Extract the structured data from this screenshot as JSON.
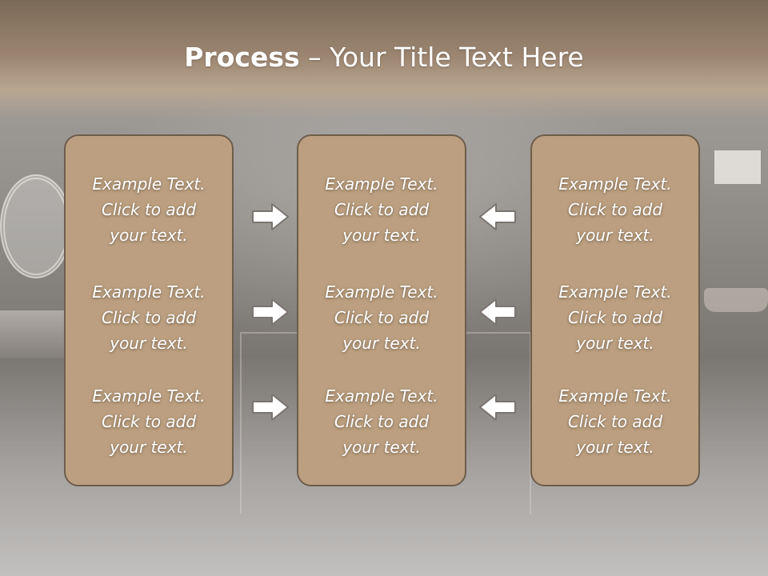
{
  "title": {
    "bold": "Process",
    "rest": " – Your Title Text Here"
  },
  "columns": [
    {
      "items": [
        "Example Text.\nClick  to add\nyour text.",
        "Example Text.\nClick  to add\nyour text.",
        "Example Text.\nClick  to add\nyour text."
      ]
    },
    {
      "items": [
        "Example Text.\nClick  to add\nyour text.",
        "Example Text.\nClick  to add\nyour text.",
        "Example Text.\nClick  to add\nyour text."
      ]
    },
    {
      "items": [
        "Example Text.\nClick  to add\nyour text.",
        "Example Text.\nClick  to add\nyour text.",
        "Example Text.\nClick  to add\nyour text."
      ]
    }
  ],
  "colors": {
    "box_fill": "#bb9f80",
    "box_border": "#6e5d4c",
    "arrow_fill": "#ffffff",
    "arrow_stroke": "#7a7470"
  }
}
